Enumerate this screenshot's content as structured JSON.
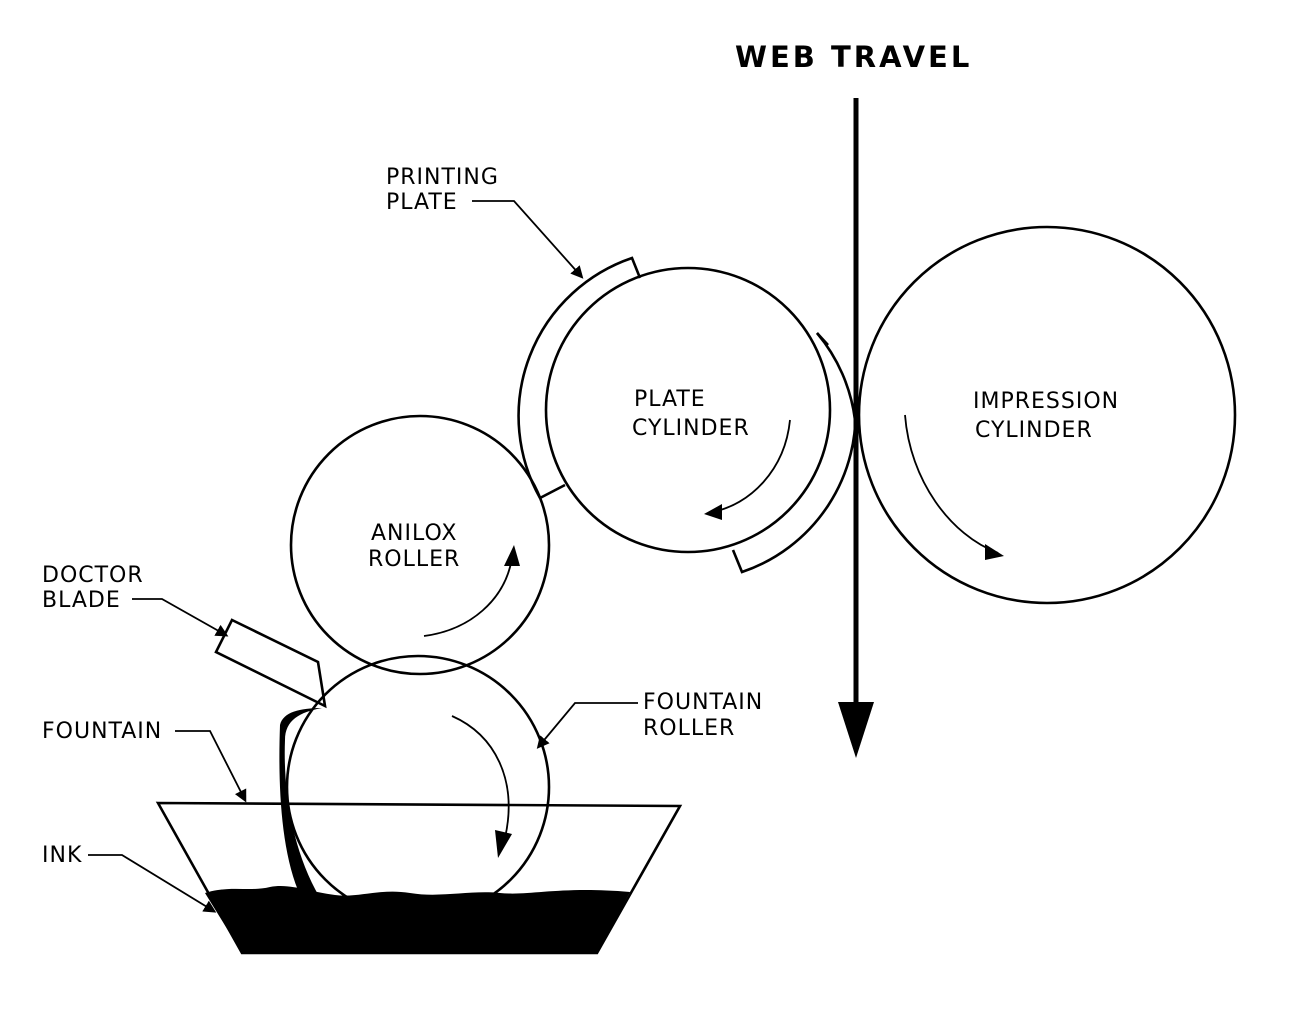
{
  "title": "WEB TRAVEL",
  "labels": {
    "printing_plate": [
      "PRINTING",
      "PLATE"
    ],
    "plate_cylinder": [
      "PLATE",
      "CYLINDER"
    ],
    "impression_cylinder": [
      "IMPRESSION",
      "CYLINDER"
    ],
    "anilox_roller": [
      "ANILOX",
      "ROLLER"
    ],
    "doctor_blade": [
      "DOCTOR",
      "BLADE"
    ],
    "fountain_roller": [
      "FOUNTAIN",
      "ROLLER"
    ],
    "fountain": "FOUNTAIN",
    "ink": "INK"
  }
}
